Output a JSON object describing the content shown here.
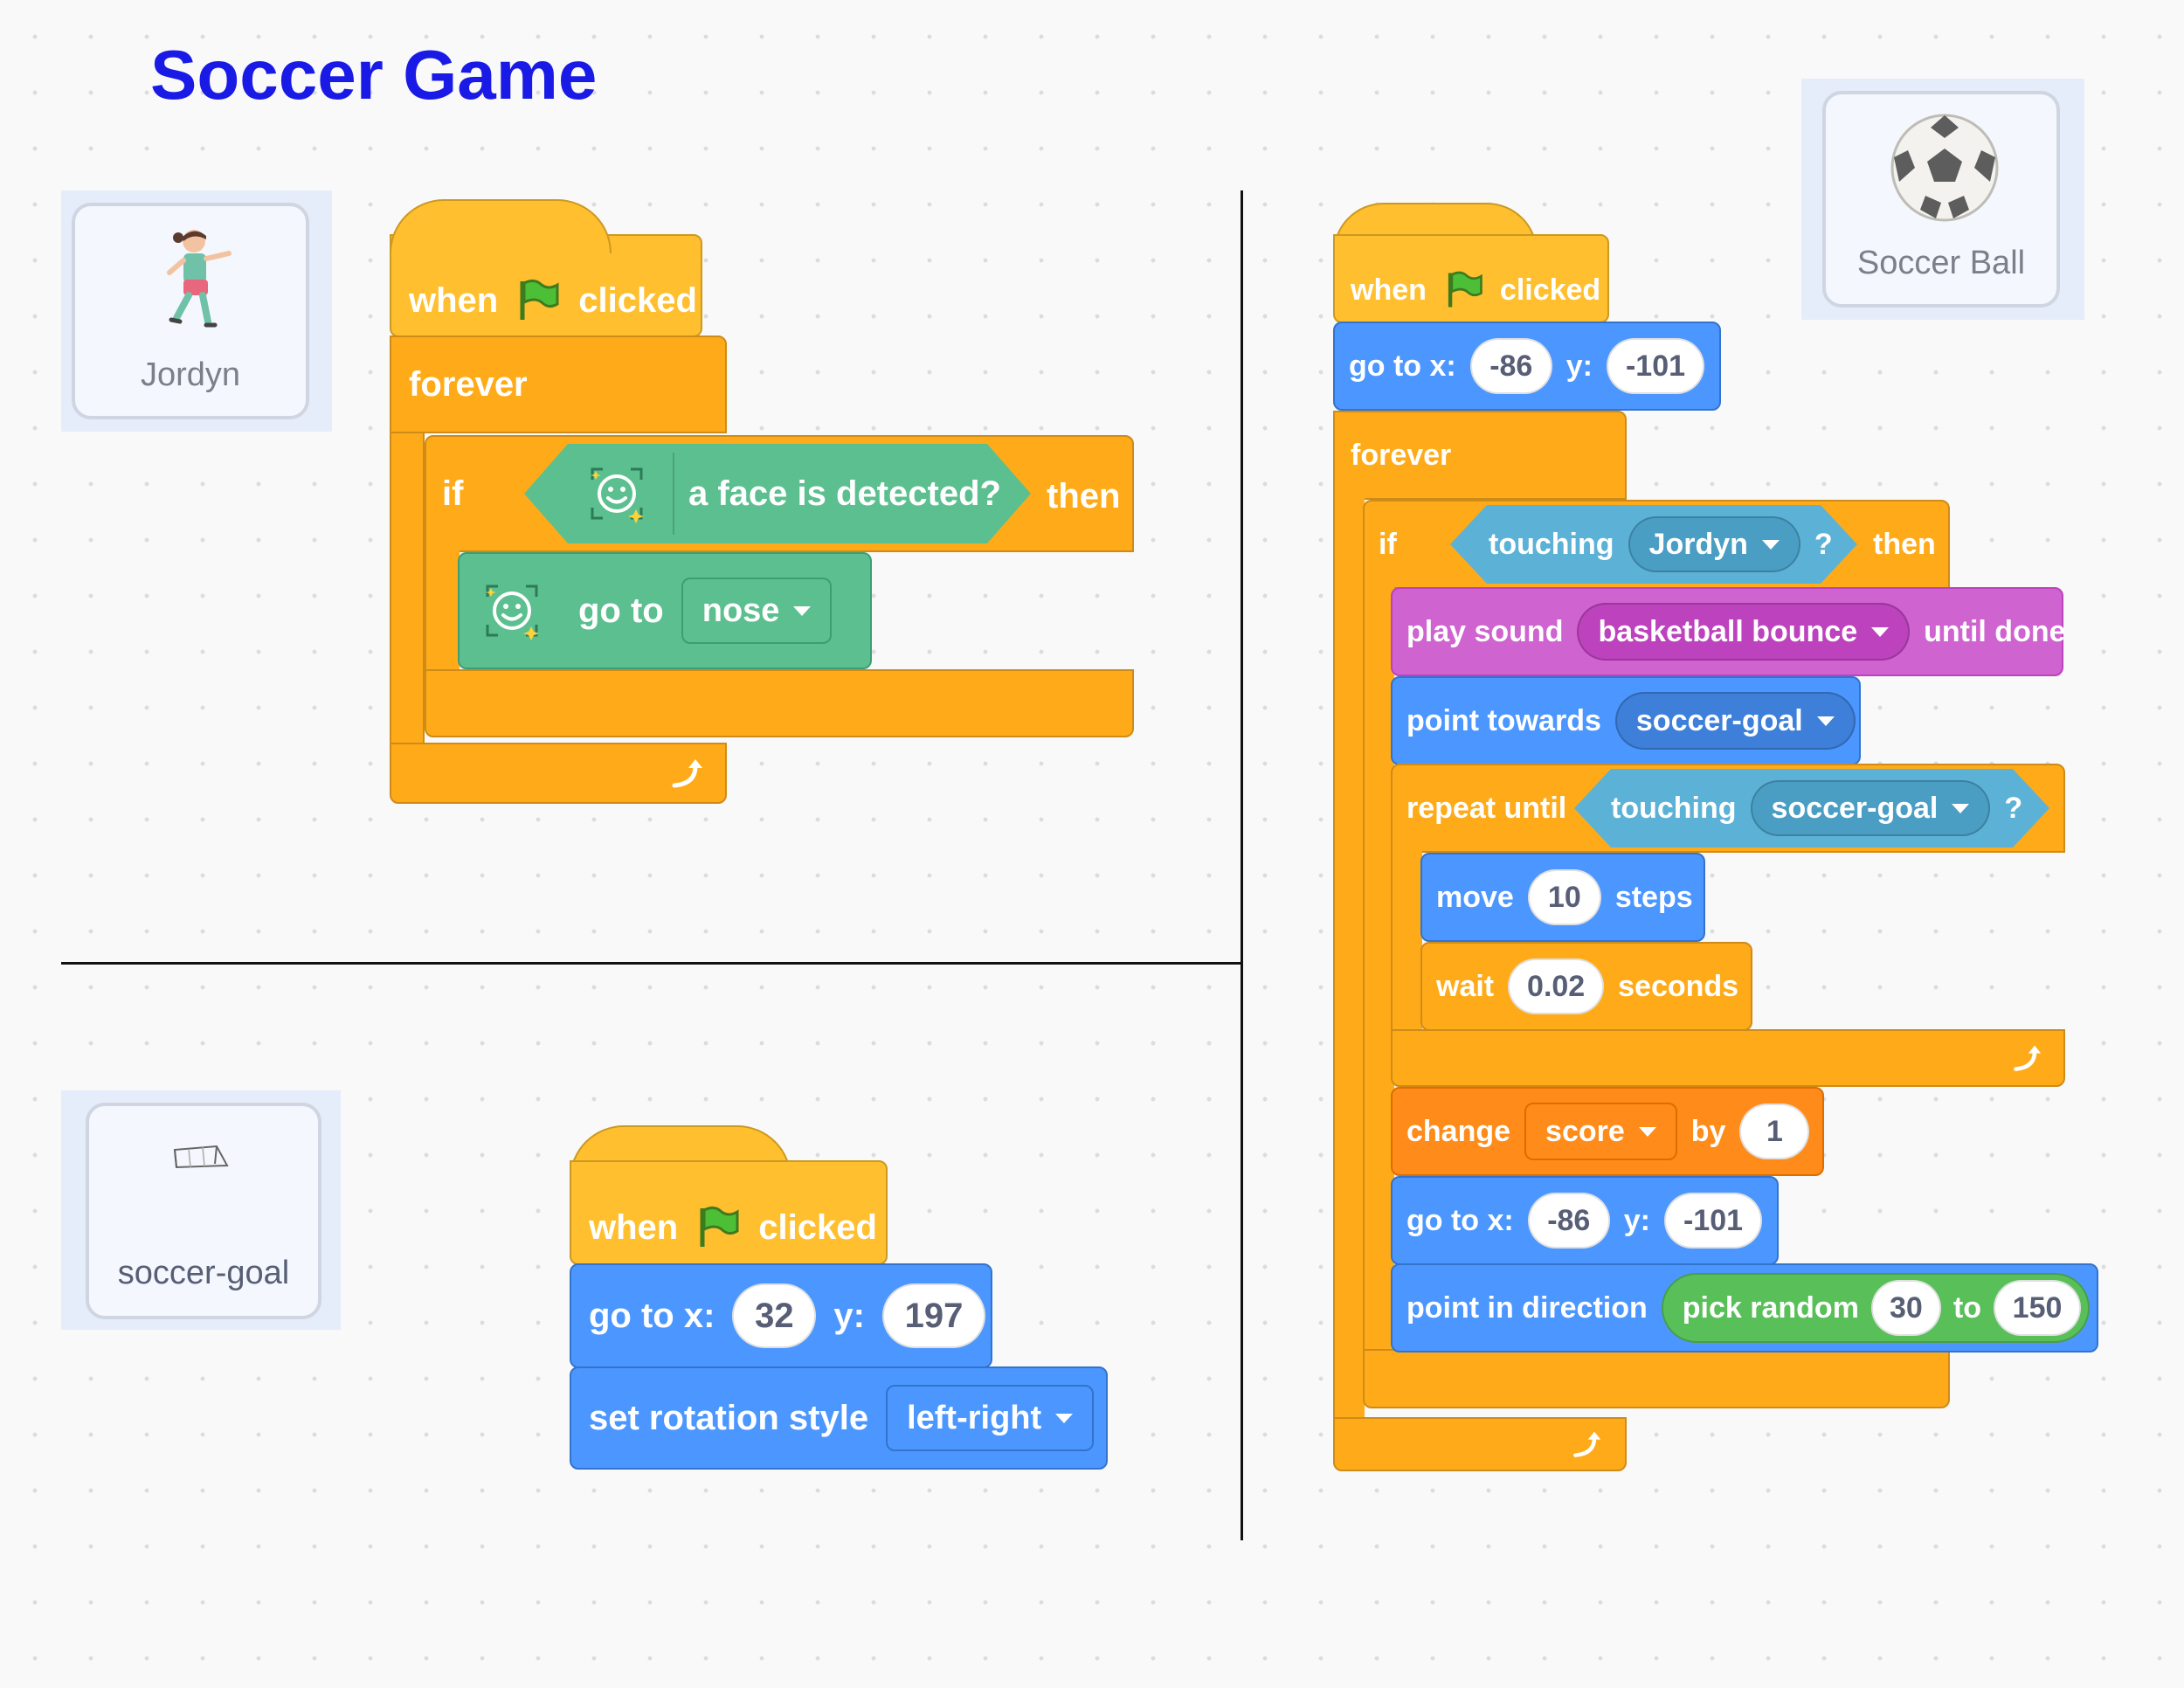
{
  "title": "Soccer Game",
  "colors": {
    "title": "#1a1ae6",
    "events": "#ffbf2e",
    "control": "#ffab19",
    "motion": "#4c97ff",
    "sound": "#cf63cf",
    "sensing": "#5cb1d6",
    "variables": "#ff8c1a",
    "operators": "#59c059",
    "face_sensing": "#5bbf8f"
  },
  "sprites": {
    "jordyn": {
      "name": "Jordyn",
      "icon": "girl-runner-icon"
    },
    "goal": {
      "name": "soccer-goal",
      "icon": "soccer-goal-icon"
    },
    "ball": {
      "name": "Soccer Ball",
      "icon": "soccer-ball-icon"
    }
  },
  "jordyn_script": {
    "when": "when",
    "clicked": "clicked",
    "forever": "forever",
    "if": "if",
    "condition": "a face is detected?",
    "then": "then",
    "go_to": "go to",
    "go_to_target": "nose"
  },
  "goal_script": {
    "when": "when",
    "clicked": "clicked",
    "go_to_x": "go to x:",
    "x": "32",
    "y_label": "y:",
    "y": "197",
    "set_rotation": "set rotation style",
    "rotation_value": "left-right"
  },
  "ball_script": {
    "when": "when",
    "clicked": "clicked",
    "go_to_x": "go to x:",
    "x": "-86",
    "y_label": "y:",
    "y": "-101",
    "forever": "forever",
    "if": "if",
    "touching": "touching",
    "touching_target": "Jordyn",
    "question": "?",
    "then": "then",
    "play_sound": "play sound",
    "sound_name": "basketball bounce",
    "until_done": "until done",
    "point_towards": "point towards",
    "point_target": "soccer-goal",
    "repeat_until": "repeat until",
    "touching2": "touching",
    "touching_target2": "soccer-goal",
    "question2": "?",
    "move": "move",
    "move_steps": "10",
    "steps": "steps",
    "wait": "wait",
    "wait_secs": "0.02",
    "seconds": "seconds",
    "change": "change",
    "variable": "score",
    "by": "by",
    "change_value": "1",
    "go_to_x2": "go to x:",
    "x2": "-86",
    "y_label2": "y:",
    "y2": "-101",
    "point_in_direction": "point in direction",
    "pick_random": "pick random",
    "random_from": "30",
    "to": "to",
    "random_to": "150"
  }
}
